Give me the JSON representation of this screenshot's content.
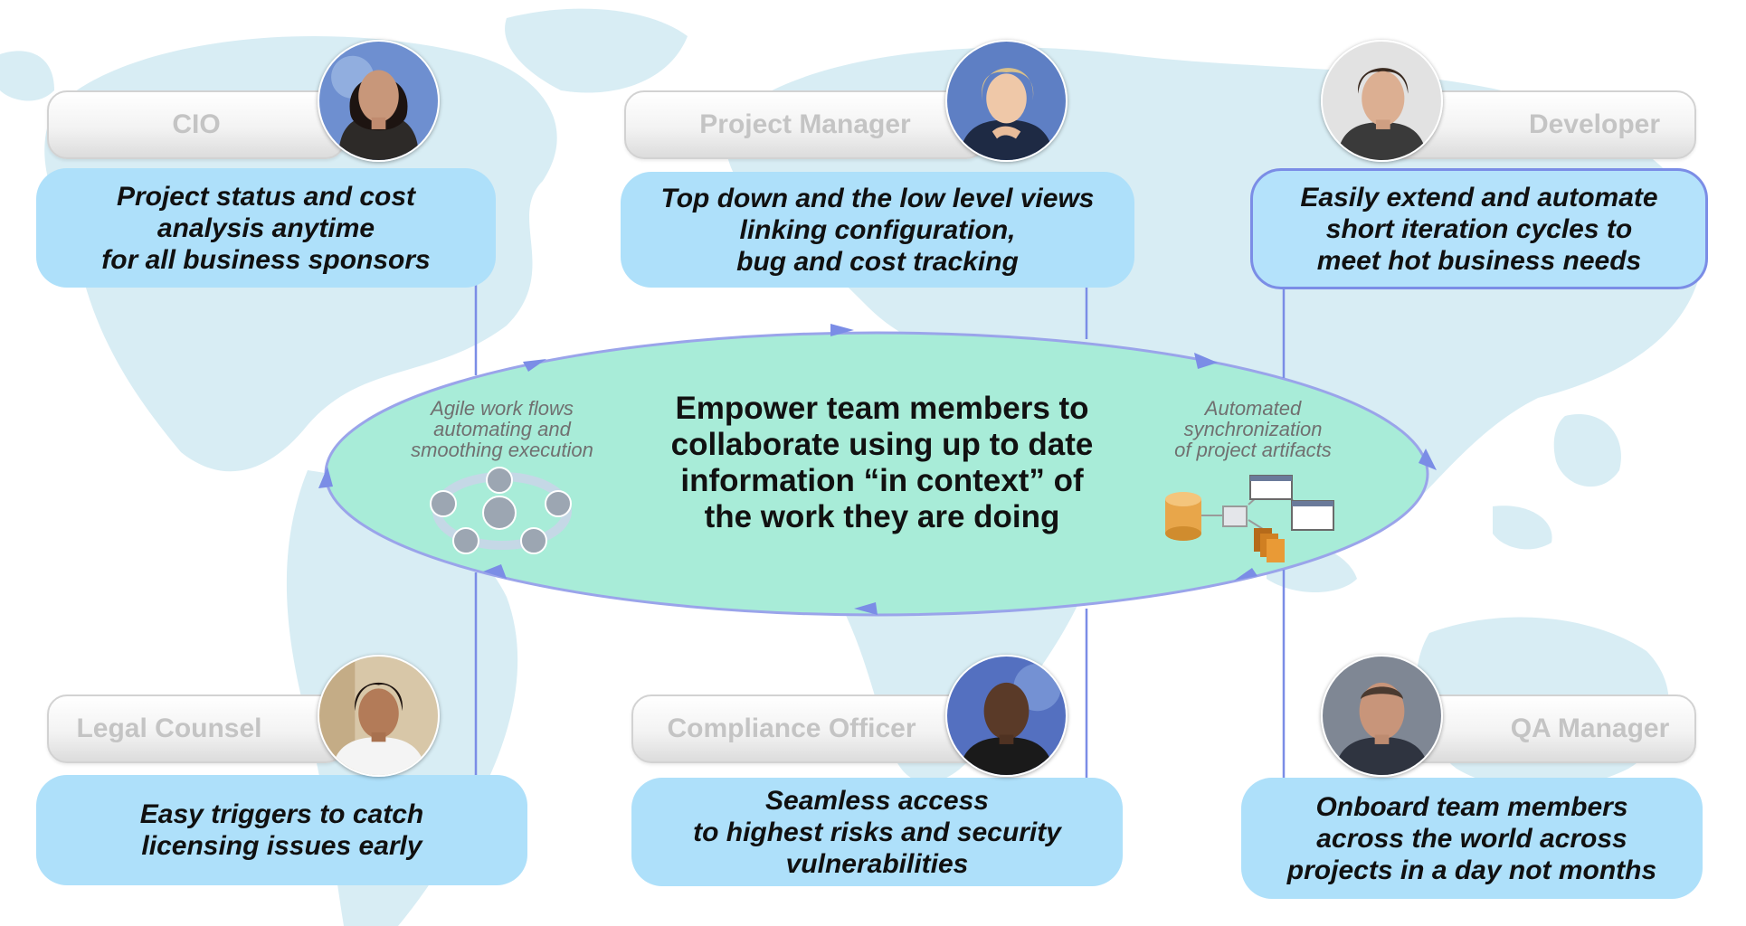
{
  "center_message": "Empower team members to\ncollaborate using up to date\ninformation “in context” of\nthe work they are doing",
  "left_caption": "Agile work flows\nautomating and\nsmoothing execution",
  "right_caption": "Automated\nsynchronization\nof project artifacts",
  "roles": [
    {
      "id": "cio",
      "title": "CIO",
      "benefit": "Project status and cost\nanalysis anytime\nfor all business sponsors"
    },
    {
      "id": "project-manager",
      "title": "Project Manager",
      "benefit": "Top down and the low level views\nlinking configuration,\nbug and cost tracking"
    },
    {
      "id": "developer",
      "title": "Developer",
      "benefit": "Easily extend and automate\nshort iteration cycles to\nmeet hot business needs"
    },
    {
      "id": "legal-counsel",
      "title": "Legal Counsel",
      "benefit": "Easy triggers to catch\nlicensing issues early"
    },
    {
      "id": "compliance-officer",
      "title": "Compliance Officer",
      "benefit": "Seamless access\nto highest risks and security\nvulnerabilities"
    },
    {
      "id": "qa-manager",
      "title": "QA Manager",
      "benefit": "Onboard team members\nacross the world across\nprojects in a day not months"
    }
  ],
  "colors": {
    "benefit_box": "#aee0fa",
    "ellipse_fill": "#a8ecd8",
    "connector": "#7b8de6",
    "map": "#d8edf4"
  }
}
